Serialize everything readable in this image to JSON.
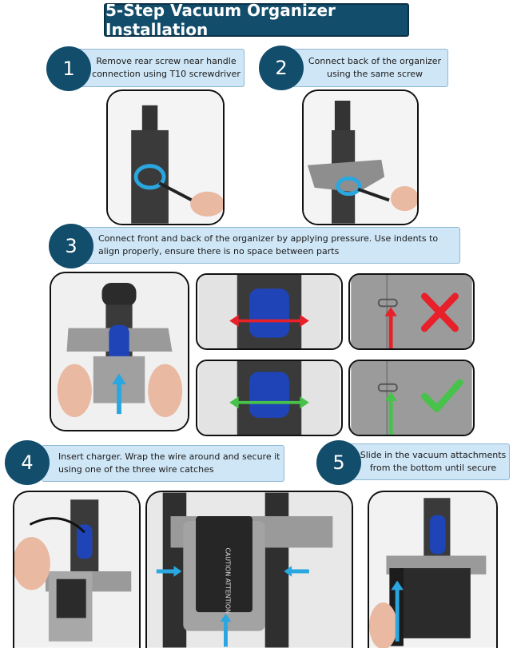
{
  "title": "5-Step Vacuum Organizer Installation",
  "steps": [
    {
      "number": "1",
      "text": "Remove rear screw near handle connection using T10 screwdriver"
    },
    {
      "number": "2",
      "text": "Connect back of the organizer using the same screw"
    },
    {
      "number": "3",
      "text": "Connect front and back of the organizer by applying pressure. Use indents to align properly, ensure there is no space between parts"
    },
    {
      "number": "4",
      "text": "Insert charger. Wrap the wire around and secure it using one of the three wire catches"
    },
    {
      "number": "5",
      "text": "Slide in the vacuum attachments from the bottom until secure"
    }
  ],
  "charger_label": "CAUTION ATTENTION",
  "colors": {
    "banner": "#124d6b",
    "label_bg": "#cfe6f6",
    "arrow_blue": "#2aa7e0",
    "wrong": "#e8202a",
    "right": "#47c24a"
  },
  "icons": [
    "cross-mark-icon",
    "check-mark-icon",
    "arrow-icon"
  ]
}
